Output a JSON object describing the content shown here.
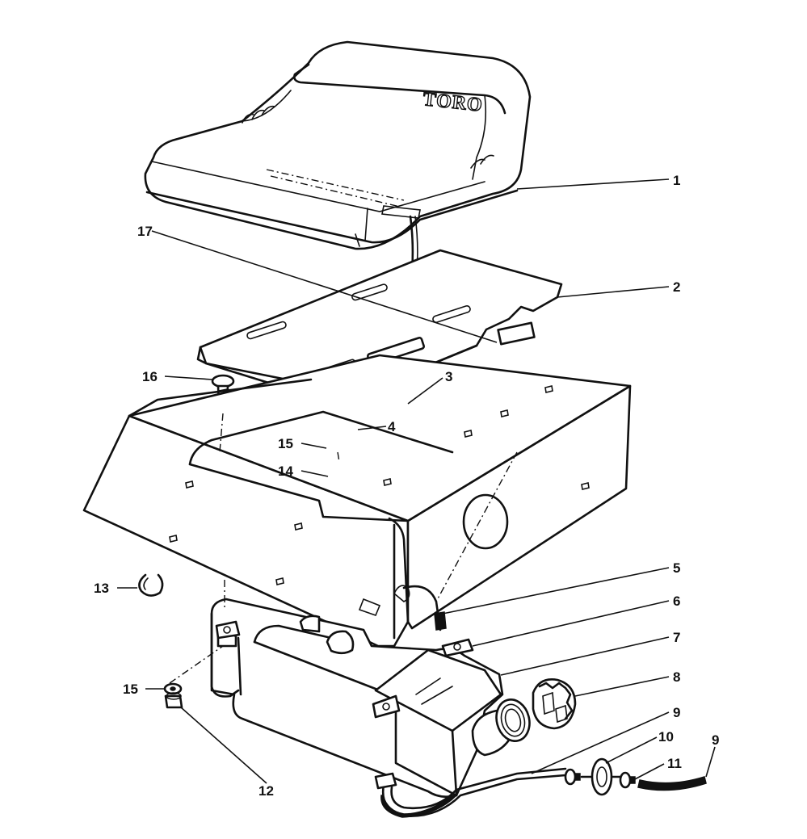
{
  "brand_text": "TORO",
  "callouts": [
    {
      "id": "1"
    },
    {
      "id": "2"
    },
    {
      "id": "3"
    },
    {
      "id": "4"
    },
    {
      "id": "5"
    },
    {
      "id": "6"
    },
    {
      "id": "7"
    },
    {
      "id": "8"
    },
    {
      "id": "9"
    },
    {
      "id": "10"
    },
    {
      "id": "11"
    },
    {
      "id": "9"
    },
    {
      "id": "12"
    },
    {
      "id": "13"
    },
    {
      "id": "14"
    },
    {
      "id": "15"
    },
    {
      "id": "15"
    },
    {
      "id": "16"
    },
    {
      "id": "17"
    }
  ]
}
